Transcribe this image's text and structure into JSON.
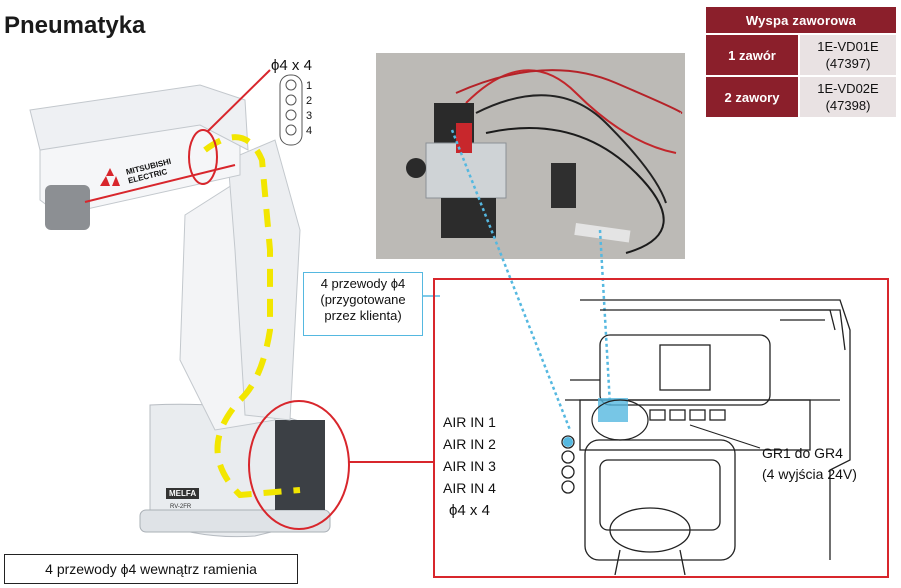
{
  "title": "Pneumatyka",
  "valve_table": {
    "header": "Wyspa zaworowa",
    "rows": [
      {
        "label": "1 zawór",
        "code": "1E-VD01E",
        "number": "(47397)"
      },
      {
        "label": "2 zawory",
        "code": "1E-VD02E",
        "number": "(47398)"
      }
    ]
  },
  "robot": {
    "top_spec": "ϕ4 x 4",
    "port_numbers": [
      "1",
      "2",
      "3",
      "4"
    ],
    "brand_text": "MITSUBISHI ELECTRIC",
    "base_brand": "MELFA",
    "model": "RV-2FR"
  },
  "callout_client": [
    "4 przewody ϕ4",
    "(przygotowane",
    "przez klienta)"
  ],
  "air_inputs": [
    "AIR IN 1",
    "AIR IN 2",
    "AIR IN 3",
    "AIR IN 4"
  ],
  "air_spec": "ϕ4 x 4",
  "gr_label": [
    "GR1 do GR4",
    "(4 wyjścia 24V)"
  ],
  "bottom_caption": "4 przewody ϕ4 wewnątrz ramienia",
  "colors": {
    "accent_red": "#d8262c",
    "table_red": "#8b1f2b",
    "callout_blue": "#55b8e0",
    "path_yellow": "#f2e600"
  }
}
